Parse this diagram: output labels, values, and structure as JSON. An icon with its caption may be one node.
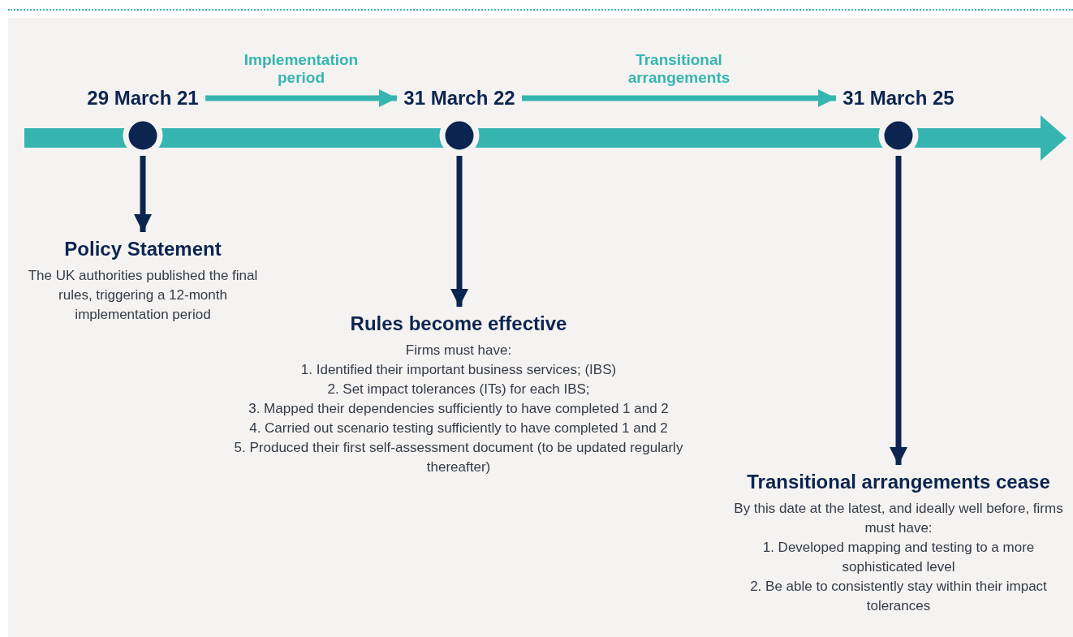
{
  "diagram": {
    "nodes": [
      {
        "text": [
          "29 March 21"
        ]
      },
      {
        "text": [
          "Policy Statement",
          "The UK authorities published the final rules, triggering a 12-month implementation period"
        ]
      },
      {
        "text": [
          "31 March 22"
        ]
      },
      {
        "text": [
          "Rules become effective",
          "Firms must have:",
          "1. Identified their important business services; (IBS)",
          "2. Set impact tolerances (ITs) for each IBS;",
          "3. Mapped their dependencies sufficiently to have completed 1 and 2",
          "4. Carried out scenario testing sufficiently to have completed 1 and 2",
          "5. Produced their first self-assessment document (to be updated regularly thereafter)"
        ]
      },
      {
        "text": [
          "31 March 25"
        ]
      },
      {
        "text": [
          "Transitional arrangements cease",
          "By this date at the latest, and ideally well before, firms must have:",
          "1. Developed mapping and testing to a more sophisticated level",
          "2. Be able to consistently stay within their impact tolerances"
        ]
      }
    ],
    "edges": [
      {
        "from": 0,
        "to": 2,
        "arrow": "to",
        "label": "Implementation period",
        "color": "#36b5b0"
      },
      {
        "from": 2,
        "to": 4,
        "arrow": "to",
        "label": "Transitional arrangements",
        "color": "#36b5b0"
      },
      {
        "from": 0,
        "to": 1,
        "arrow": "to"
      },
      {
        "from": 2,
        "to": 3,
        "arrow": "to"
      },
      {
        "from": 4,
        "to": 5,
        "arrow": "to"
      }
    ]
  }
}
